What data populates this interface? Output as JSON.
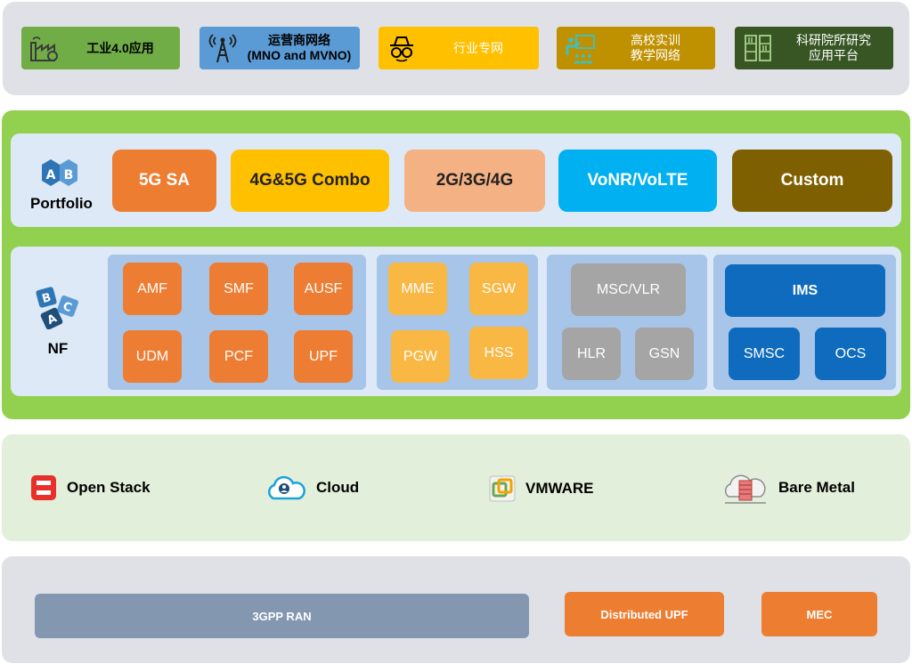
{
  "use_cases": [
    {
      "label": "工业4.0应用",
      "icon": "factory-icon",
      "color": "#70ad47"
    },
    {
      "label": "运营商网络\n(MNO and MVNO)",
      "icon": "antenna-tower-icon",
      "color": "#5b9bd5"
    },
    {
      "label": "行业专网",
      "icon": "spy-hat-icon",
      "color": "#ffc000"
    },
    {
      "label": "高校实训\n教学网络",
      "icon": "teacher-icon",
      "color": "#bf9000"
    },
    {
      "label": "科研院所研究\n应用平台",
      "icon": "bookshelf-icon",
      "color": "#375623"
    }
  ],
  "portfolio": {
    "title": "Portfolio",
    "icon": "ab-blocks-icon",
    "items": [
      {
        "label": "5G SA",
        "color": "#ed7d31"
      },
      {
        "label": "4G&5G Combo",
        "color": "#ffc000"
      },
      {
        "label": "2G/3G/4G",
        "color": "#f4b183"
      },
      {
        "label": "VoNR/VoLTE",
        "color": "#00b0f0"
      },
      {
        "label": "Custom",
        "color": "#7f6000"
      }
    ]
  },
  "nf": {
    "title": "NF",
    "icon": "abc-blocks-icon",
    "group_5g": [
      "AMF",
      "SMF",
      "AUSF",
      "UDM",
      "PCF",
      "UPF"
    ],
    "group_4g": [
      "MME",
      "SGW",
      "PGW",
      "HSS"
    ],
    "group_2g3g": [
      "MSC/VLR",
      "HLR",
      "GSN"
    ],
    "group_ims": [
      "IMS",
      "SMSC",
      "OCS"
    ]
  },
  "platforms": [
    {
      "label": "Open Stack",
      "icon": "openstack-icon"
    },
    {
      "label": "Cloud",
      "icon": "cloud-user-icon"
    },
    {
      "label": "VMWARE",
      "icon": "vmware-icon"
    },
    {
      "label": "Bare Metal",
      "icon": "server-cloud-icon"
    }
  ],
  "bottom": [
    {
      "label": "3GPP RAN",
      "color": "#8497b0"
    },
    {
      "label": "Distributed UPF",
      "color": "#ed7d31"
    },
    {
      "label": "MEC",
      "color": "#ed7d31"
    }
  ]
}
